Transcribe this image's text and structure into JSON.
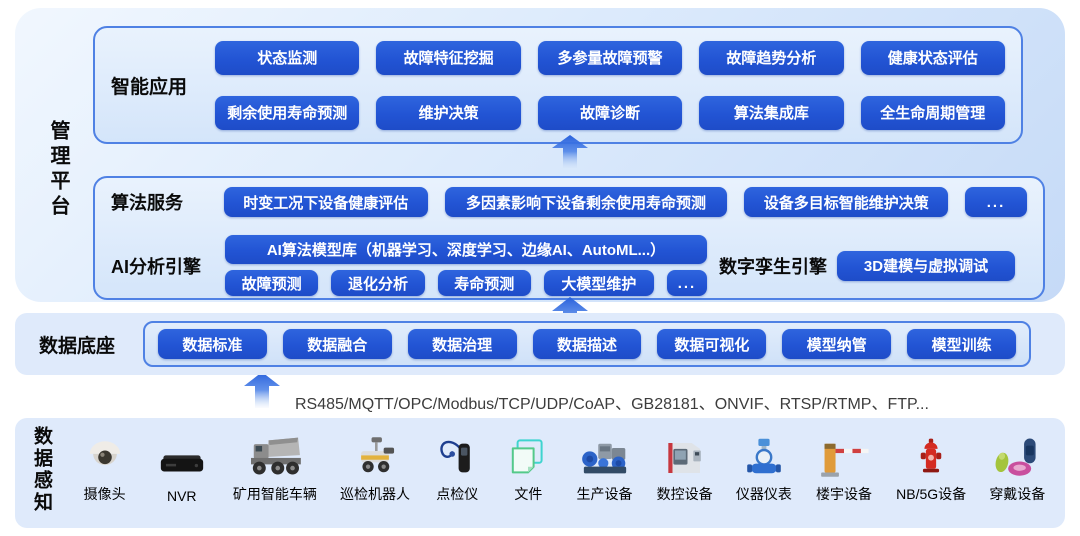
{
  "platform": {
    "label": "管理平台",
    "app_panel": {
      "label": "智能应用",
      "row1": [
        "状态监测",
        "故障特征挖掘",
        "多参量故障预警",
        "故障趋势分析",
        "健康状态评估"
      ],
      "row2": [
        "剩余使用寿命预测",
        "维护决策",
        "故障诊断",
        "算法集成库",
        "全生命周期管理"
      ]
    },
    "engine_panel": {
      "algo_label": "算法服务",
      "algo_buttons": [
        "时变工况下设备健康评估",
        "多因素影响下设备剩余使用寿命预测",
        "设备多目标智能维护决策",
        "..."
      ],
      "ai_label": "AI分析引擎",
      "ai_model_lib": "AI算法模型库（机器学习、深度学习、边缘AI、AutoML...）",
      "ai_buttons": [
        "故障预测",
        "退化分析",
        "寿命预测",
        "大模型维护",
        "..."
      ],
      "twin_label": "数字孪生引擎",
      "twin_button": "3D建模与虚拟调试"
    }
  },
  "data_base": {
    "label": "数据底座",
    "buttons": [
      "数据标准",
      "数据融合",
      "数据治理",
      "数据描述",
      "数据可视化",
      "模型纳管",
      "模型训练"
    ]
  },
  "protocols": "RS485/MQTT/OPC/Modbus/TCP/UDP/CoAP、GB28181、ONVIF、RTSP/RTMP、FTP...",
  "perception": {
    "label": "数据感知",
    "devices": [
      {
        "name": "camera",
        "label": "摄像头"
      },
      {
        "name": "nvr",
        "label": "NVR"
      },
      {
        "name": "mining-vehicle",
        "label": "矿用智能车辆"
      },
      {
        "name": "inspection-robot",
        "label": "巡检机器人"
      },
      {
        "name": "spot-check-device",
        "label": "点检仪"
      },
      {
        "name": "file",
        "label": "文件"
      },
      {
        "name": "production-equipment",
        "label": "生产设备"
      },
      {
        "name": "cnc-equipment",
        "label": "数控设备"
      },
      {
        "name": "instrument",
        "label": "仪器仪表"
      },
      {
        "name": "building-equipment",
        "label": "楼宇设备"
      },
      {
        "name": "nb5g-device",
        "label": "NB/5G设备"
      },
      {
        "name": "wearable-device",
        "label": "穿戴设备"
      }
    ]
  },
  "colors": {
    "button_blue": "#2356d6",
    "panel_border": "#4f81e4",
    "panel_fill": "#d9e7fb",
    "strip_fill": "#dfeafb",
    "arrow_blue": "#2a62dc",
    "text_dark": "#0b0b0b"
  }
}
